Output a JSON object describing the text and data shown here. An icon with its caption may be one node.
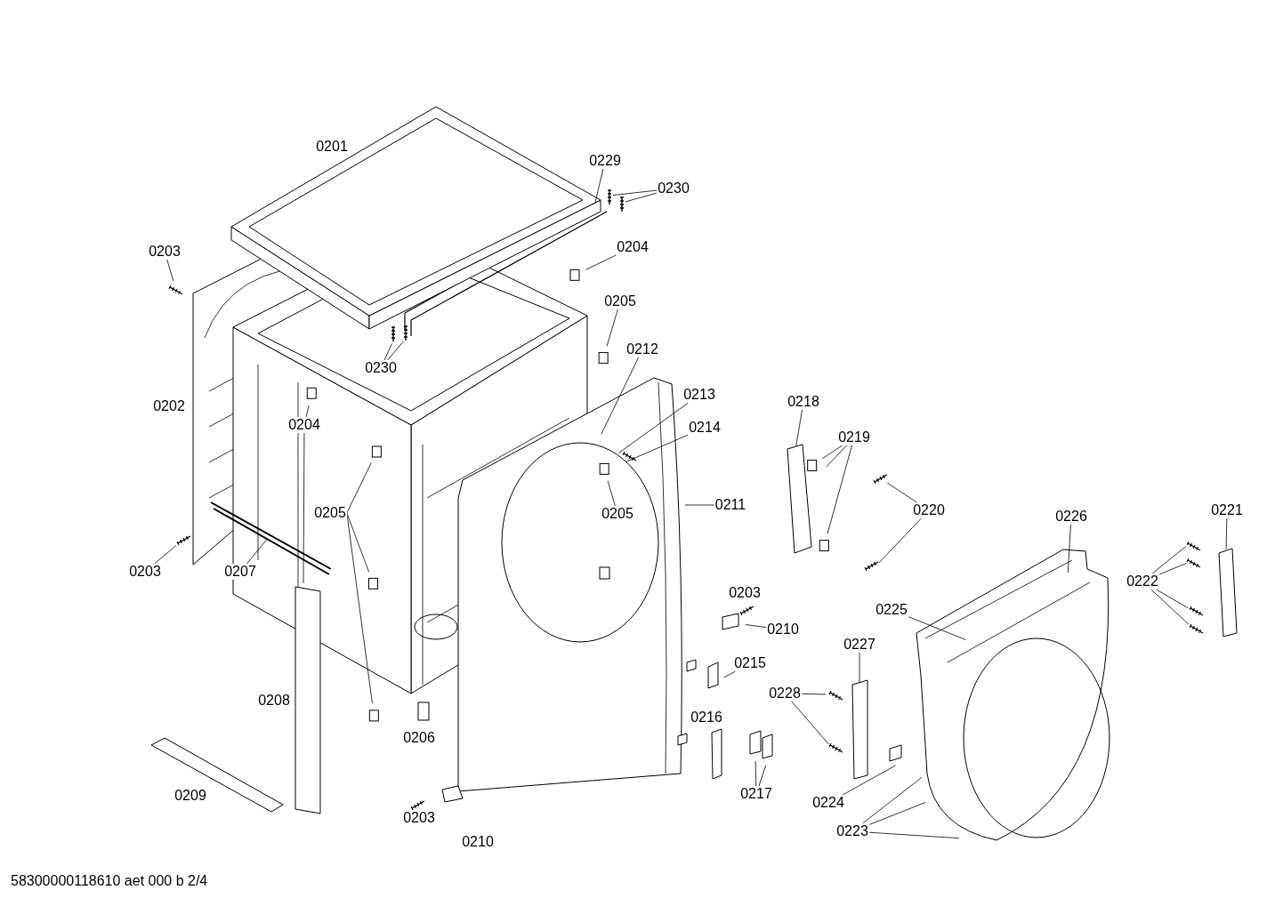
{
  "diagram": {
    "nodes": [
      {
        "text": [
          "0229"
        ]
      },
      {
        "text": [
          "0230"
        ]
      },
      {
        "text": [
          "0203"
        ]
      },
      {
        "text": [
          "0204"
        ]
      },
      {
        "text": [
          "0230"
        ]
      },
      {
        "text": [
          "0205"
        ]
      },
      {
        "text": [
          "0212"
        ]
      },
      {
        "text": [
          "0213"
        ]
      },
      {
        "text": [
          "0214"
        ]
      },
      {
        "text": [
          "0204"
        ]
      },
      {
        "text": [
          "0218"
        ]
      },
      {
        "text": [
          "0219"
        ]
      },
      {
        "text": [
          "0205"
        ]
      },
      {
        "text": [
          "0205"
        ]
      },
      {
        "text": [
          "0211"
        ]
      },
      {
        "text": [
          "0220"
        ]
      },
      {
        "text": [
          "0226"
        ]
      },
      {
        "text": [
          "0221"
        ]
      },
      {
        "text": [
          "0203"
        ]
      },
      {
        "text": [
          "0207"
        ]
      },
      {
        "text": [
          "0222"
        ]
      },
      {
        "text": [
          "0225"
        ]
      },
      {
        "text": [
          "0210"
        ]
      },
      {
        "text": [
          "0227"
        ]
      },
      {
        "text": [
          "0215"
        ]
      },
      {
        "text": [
          "0228"
        ]
      },
      {
        "text": [
          "0217"
        ]
      },
      {
        "text": [
          "0224"
        ]
      },
      {
        "text": [
          "0223"
        ]
      },
      {
        "text": [
          "0210"
        ]
      }
    ],
    "edges": [
      {
        "from": 0,
        "to": null,
        "arrow": "none"
      },
      {
        "from": 1,
        "to": null,
        "arrow": "none"
      },
      {
        "from": 1,
        "to": null,
        "arrow": "none"
      },
      {
        "from": 2,
        "to": null,
        "arrow": "none"
      },
      {
        "from": 3,
        "to": null,
        "arrow": "none"
      },
      {
        "from": 4,
        "to": null,
        "arrow": "none"
      },
      {
        "from": 4,
        "to": null,
        "arrow": "none"
      },
      {
        "from": 5,
        "to": null,
        "arrow": "none"
      },
      {
        "from": 6,
        "to": null,
        "arrow": "none"
      },
      {
        "from": 7,
        "to": null,
        "arrow": "none"
      },
      {
        "from": 8,
        "to": null,
        "arrow": "none"
      },
      {
        "from": 9,
        "to": null,
        "arrow": "none"
      },
      {
        "from": 9,
        "to": null,
        "arrow": "none"
      },
      {
        "from": 10,
        "to": null,
        "arrow": "none"
      },
      {
        "from": 11,
        "to": null,
        "arrow": "none"
      },
      {
        "from": 11,
        "to": null,
        "arrow": "none"
      },
      {
        "from": 11,
        "to": null,
        "arrow": "none"
      },
      {
        "from": 12,
        "to": null,
        "arrow": "none"
      },
      {
        "from": 12,
        "to": null,
        "arrow": "none"
      },
      {
        "from": 12,
        "to": null,
        "arrow": "none"
      },
      {
        "from": 13,
        "to": null,
        "arrow": "none"
      },
      {
        "from": 14,
        "to": null,
        "arrow": "none"
      },
      {
        "from": 15,
        "to": null,
        "arrow": "none"
      },
      {
        "from": 15,
        "to": null,
        "arrow": "none"
      },
      {
        "from": 16,
        "to": null,
        "arrow": "none"
      },
      {
        "from": 17,
        "to": null,
        "arrow": "none"
      },
      {
        "from": 18,
        "to": null,
        "arrow": "none"
      },
      {
        "from": 19,
        "to": null,
        "arrow": "none"
      },
      {
        "from": 20,
        "to": null,
        "arrow": "none"
      },
      {
        "from": 20,
        "to": null,
        "arrow": "none"
      },
      {
        "from": 20,
        "to": null,
        "arrow": "none"
      },
      {
        "from": 20,
        "to": null,
        "arrow": "none"
      },
      {
        "from": 21,
        "to": null,
        "arrow": "none"
      },
      {
        "from": 22,
        "to": null,
        "arrow": "none"
      },
      {
        "from": 23,
        "to": null,
        "arrow": "none"
      },
      {
        "from": 24,
        "to": null,
        "arrow": "none"
      },
      {
        "from": 25,
        "to": null,
        "arrow": "none"
      },
      {
        "from": 25,
        "to": null,
        "arrow": "none"
      },
      {
        "from": 26,
        "to": null,
        "arrow": "none"
      },
      {
        "from": 26,
        "to": null,
        "arrow": "none"
      },
      {
        "from": 27,
        "to": null,
        "arrow": "none"
      },
      {
        "from": 28,
        "to": null,
        "arrow": "none"
      },
      {
        "from": 28,
        "to": null,
        "arrow": "none"
      },
      {
        "from": 28,
        "to": null,
        "arrow": "none"
      }
    ],
    "labels": [
      "0201",
      "0202",
      "0203",
      "0208",
      "0216",
      "0206",
      "0209",
      "0203",
      "58300000118610 aet 000 b 2/4"
    ]
  }
}
